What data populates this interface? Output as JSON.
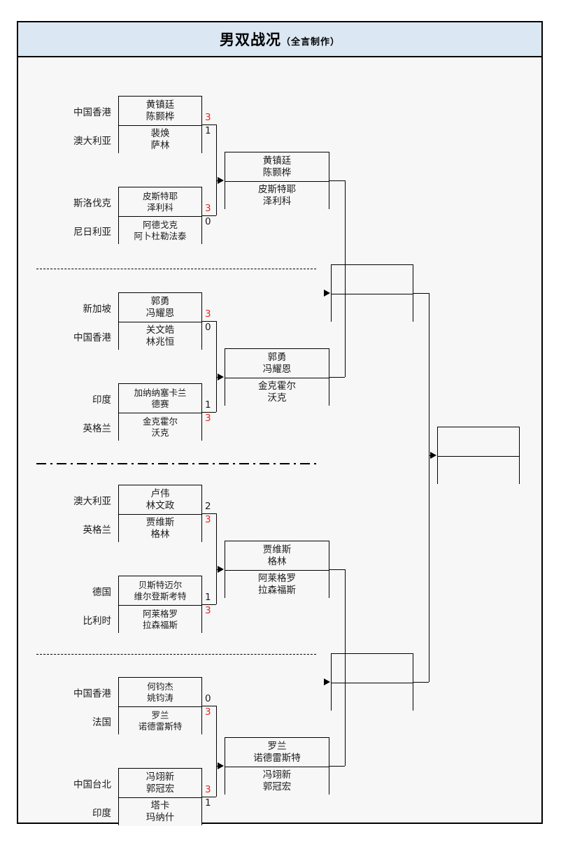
{
  "header": {
    "title_main": "男双战况",
    "title_sub": "（全言制作）"
  },
  "colors": {
    "header_bg": "#dbe7f3",
    "body_bg": "#f7f7f7",
    "border": "#000000",
    "winner_score": "#e8271f",
    "loser_score": "#1b1b1b"
  },
  "round1": [
    {
      "country": "中国香港",
      "players": [
        "黄镇廷",
        "陈颢桦"
      ],
      "score": "3",
      "winner": true
    },
    {
      "country": "澳大利亚",
      "players": [
        "裴焕",
        "萨林"
      ],
      "score": "1",
      "winner": false
    },
    {
      "country": "斯洛伐克",
      "players": [
        "皮斯特耶",
        "泽利科"
      ],
      "score": "3",
      "winner": true
    },
    {
      "country": "尼日利亚",
      "players": [
        "阿德戈克",
        "阿卜杜勒法泰"
      ],
      "score": "0",
      "winner": false
    },
    {
      "country": "新加坡",
      "players": [
        "郭勇",
        "冯耀恩"
      ],
      "score": "3",
      "winner": true
    },
    {
      "country": "中国香港",
      "players": [
        "关文皓",
        "林兆恒"
      ],
      "score": "0",
      "winner": false
    },
    {
      "country": "印度",
      "players": [
        "加纳纳塞卡兰",
        "德赛"
      ],
      "score": "1",
      "winner": false
    },
    {
      "country": "英格兰",
      "players": [
        "金克霍尔",
        "沃克"
      ],
      "score": "3",
      "winner": true
    },
    {
      "country": "澳大利亚",
      "players": [
        "卢伟",
        "林文政"
      ],
      "score": "2",
      "winner": false
    },
    {
      "country": "英格兰",
      "players": [
        "贾维斯",
        "格林"
      ],
      "score": "3",
      "winner": true
    },
    {
      "country": "德国",
      "players": [
        "贝斯特迈尔",
        "维尔登斯考特"
      ],
      "score": "1",
      "winner": false
    },
    {
      "country": "比利时",
      "players": [
        "阿莱格罗",
        "拉森福斯"
      ],
      "score": "3",
      "winner": true
    },
    {
      "country": "中国香港",
      "players": [
        "何钧杰",
        "姚钧涛"
      ],
      "score": "0",
      "winner": false
    },
    {
      "country": "法国",
      "players": [
        "罗兰",
        "诺德雷斯特"
      ],
      "score": "3",
      "winner": true
    },
    {
      "country": "中国台北",
      "players": [
        "冯翊新",
        "郭冠宏"
      ],
      "score": "3",
      "winner": true
    },
    {
      "country": "印度",
      "players": [
        "塔卡",
        "玛纳什"
      ],
      "score": "1",
      "winner": false
    }
  ],
  "round2": [
    {
      "players": [
        "黄镇廷",
        "陈颢桦"
      ],
      "score": ""
    },
    {
      "players": [
        "皮斯特耶",
        "泽利科"
      ],
      "score": ""
    },
    {
      "players": [
        "郭勇",
        "冯耀恩"
      ],
      "score": ""
    },
    {
      "players": [
        "金克霍尔",
        "沃克"
      ],
      "score": ""
    },
    {
      "players": [
        "贾维斯",
        "格林"
      ],
      "score": ""
    },
    {
      "players": [
        "阿莱格罗",
        "拉森福斯"
      ],
      "score": ""
    },
    {
      "players": [
        "罗兰",
        "诺德雷斯特"
      ],
      "score": ""
    },
    {
      "players": [
        "冯翊新",
        "郭冠宏"
      ],
      "score": ""
    }
  ],
  "round3": [
    {
      "players": [
        "",
        ""
      ],
      "score": ""
    },
    {
      "players": [
        "",
        ""
      ],
      "score": ""
    },
    {
      "players": [
        "",
        ""
      ],
      "score": ""
    },
    {
      "players": [
        "",
        ""
      ],
      "score": ""
    }
  ],
  "final": [
    {
      "players": [
        "",
        ""
      ],
      "score": ""
    },
    {
      "players": [
        "",
        ""
      ],
      "score": ""
    }
  ]
}
